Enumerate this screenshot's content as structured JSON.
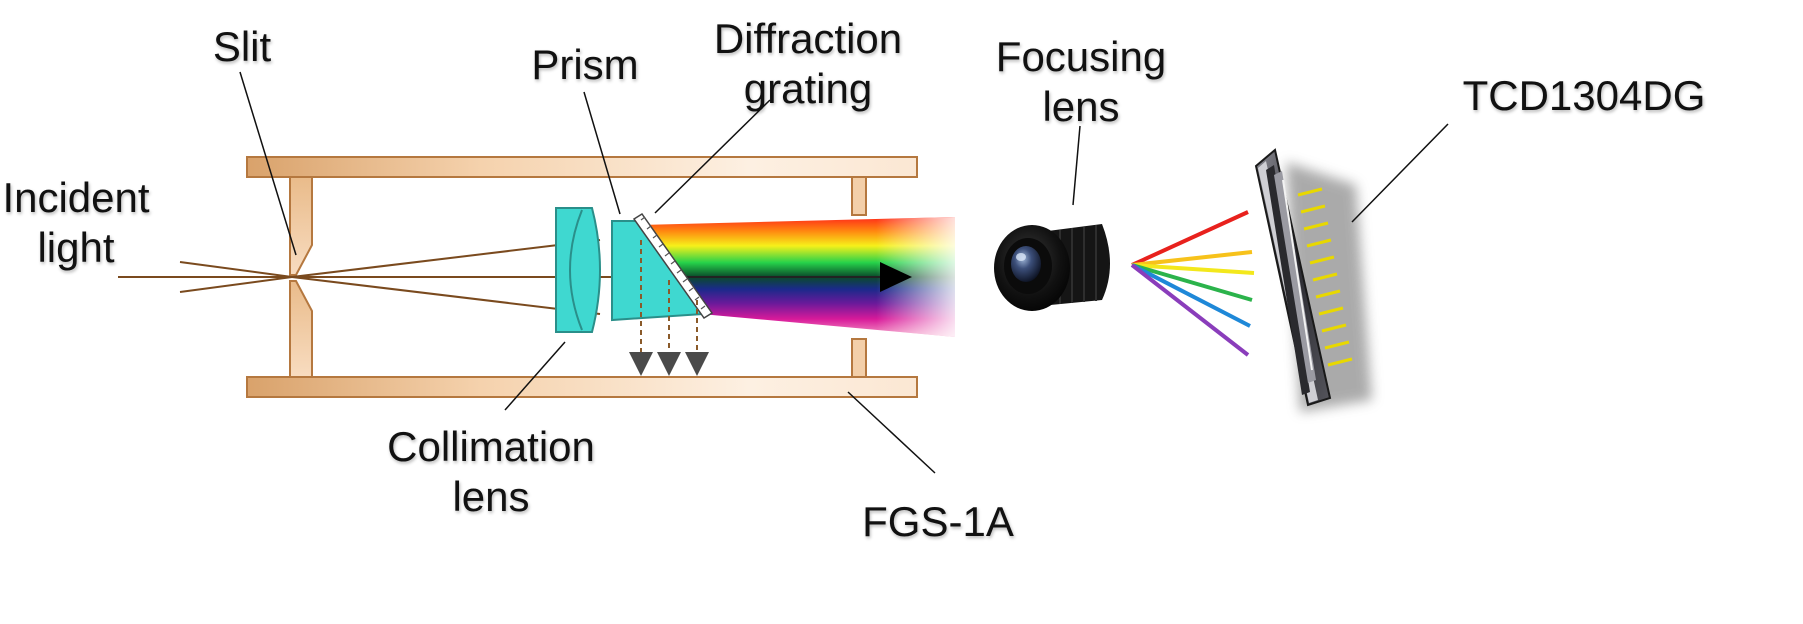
{
  "labels": {
    "slit": "Slit",
    "incident_light": [
      "Incident",
      "light"
    ],
    "prism": "Prism",
    "diffraction_grating": [
      "Diffraction",
      "grating"
    ],
    "focusing_lens": [
      "Focusing",
      "lens"
    ],
    "sensor": "TCD1304DG",
    "collimation_lens": [
      "Collimation",
      "lens"
    ],
    "housing": "FGS-1A"
  },
  "colors": {
    "housing_light": "#fbe7d3",
    "housing_dark": "#d9a26b",
    "housing_stroke": "#b5783f",
    "optics_fill": "#3fd8d0",
    "optics_stroke": "#2a8f8a",
    "light_ray": "#7a4a1e",
    "arrow": "#4a4a4a",
    "sensor_pins": "#e8d800",
    "rays": [
      "#e8211d",
      "#f7c21b",
      "#f3e81c",
      "#2bb34b",
      "#1e88d8",
      "#8a3dbb"
    ]
  }
}
